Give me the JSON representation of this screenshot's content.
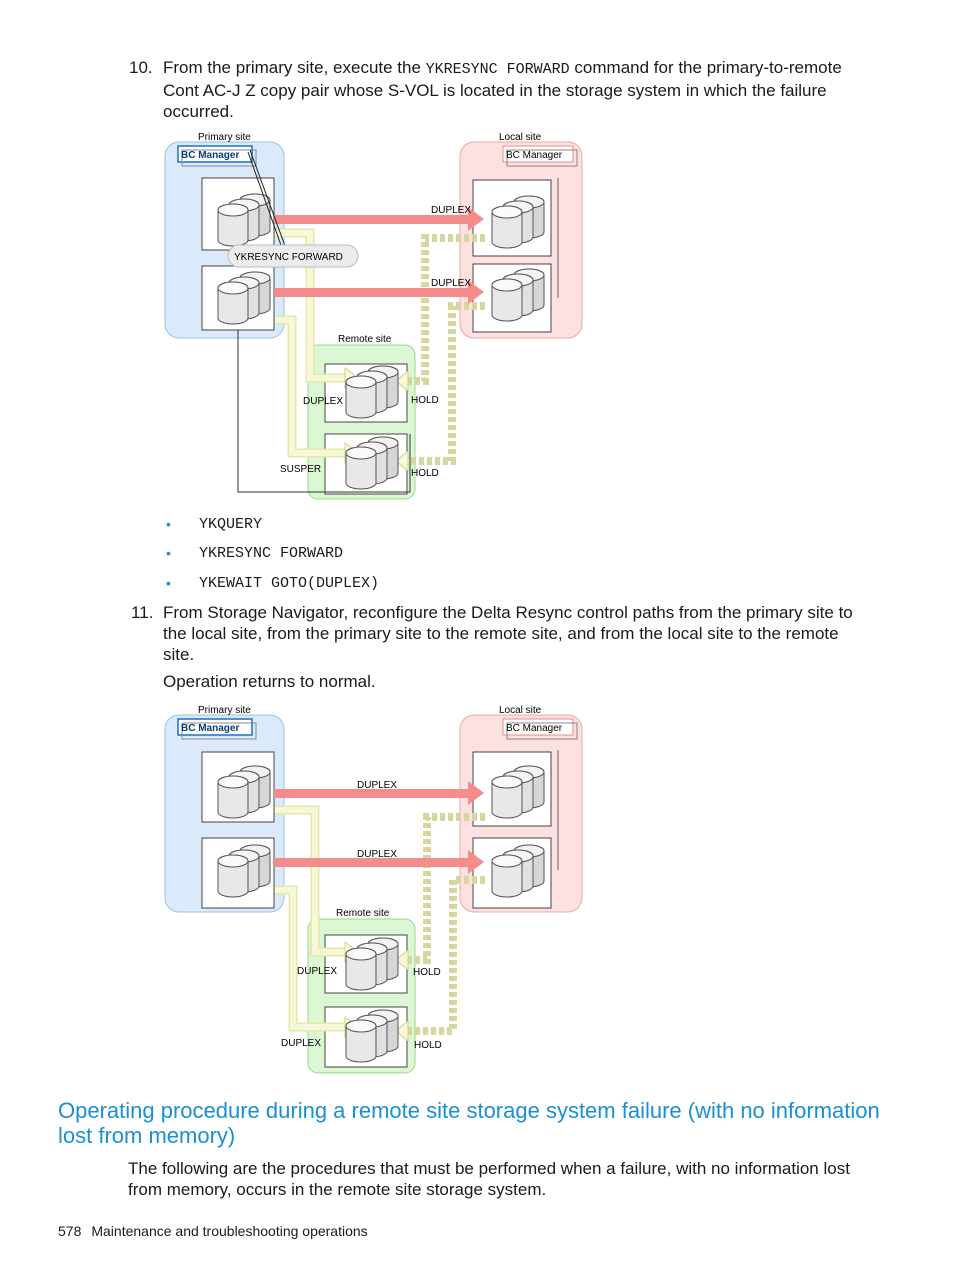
{
  "step10": {
    "number": "10.",
    "text_before": "From the primary site, execute the ",
    "command": "YKRESYNC FORWARD",
    "text_after": " command for the primary-to-remote Cont AC-J Z copy pair whose S-VOL is located in the storage system in which the failure occurred."
  },
  "figure1": {
    "primary_site": "Primary site",
    "local_site": "Local site",
    "remote_site": "Remote site",
    "bc_manager": "BC Manager",
    "callout": "YKRESYNC FORWARD",
    "duplex_top": "DUPLEX",
    "duplex_mid": "DUPLEX",
    "remote_status_1": "DUPLEX",
    "remote_status_2": "SUSPER",
    "hold_1": "HOLD",
    "hold_2": "HOLD"
  },
  "bullets": [
    "YKQUERY",
    "YKRESYNC FORWARD",
    "YKEWAIT GOTO(DUPLEX)"
  ],
  "step11": {
    "number": "11.",
    "text": "From Storage Navigator, reconfigure the Delta Resync control paths from the primary site to the local site, from the primary site to the remote site, and from the local site to the remote site.",
    "note": "Operation returns to normal."
  },
  "figure2": {
    "primary_site": "Primary site",
    "local_site": "Local site",
    "remote_site": "Remote site",
    "bc_manager": "BC Manager",
    "duplex_top": "DUPLEX",
    "duplex_mid": "DUPLEX",
    "remote_status_1": "DUPLEX",
    "remote_status_2": "DUPLEX",
    "hold_1": "HOLD",
    "hold_2": "HOLD"
  },
  "section_heading": "Operating procedure during a remote site storage system failure (with no information lost from memory)",
  "section_intro": "The following are the procedures that must be performed when a failure, with no information lost from memory, occurs in the remote site storage system.",
  "footer": {
    "page_number": "578",
    "title": "Maintenance and troubleshooting operations"
  },
  "colors": {
    "heading": "#1a8fd6",
    "primary_bg": "#dbeafb",
    "local_bg": "#fde0e0",
    "remote_bg": "#dcf7d4",
    "pink_arrow": "#f58c8c",
    "cream_arrow": "#eef0c4"
  }
}
